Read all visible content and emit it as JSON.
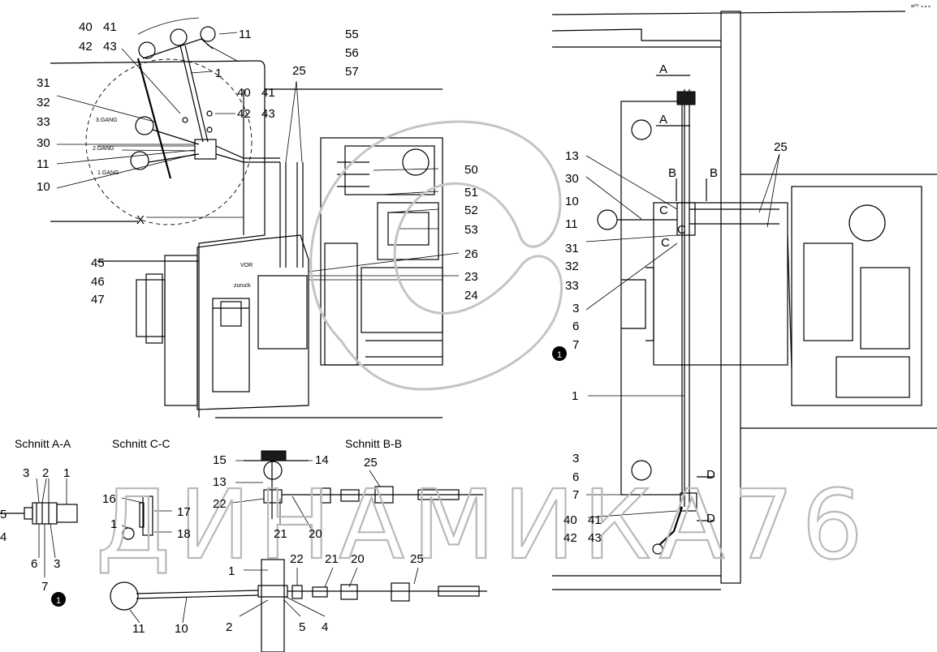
{
  "watermark": {
    "text": "ДИНАМИКА76"
  },
  "corner_note": "¤⁰⁰ ∘∘∘",
  "section_titles": {
    "a": "Schnitt A-A",
    "c": "Schnitt C-C",
    "b": "Schnitt B-B"
  },
  "lever_top": {
    "labels": [
      "40",
      "41",
      "42",
      "43",
      "11",
      "1",
      "31",
      "32",
      "33",
      "30",
      "11",
      "10",
      "X",
      "42",
      "43"
    ],
    "gears": [
      "3.GANG",
      "2.GANG",
      "1.GANG"
    ]
  },
  "gearbox": {
    "labels": [
      "55",
      "56",
      "57",
      "40",
      "41",
      "25",
      "50",
      "51",
      "52",
      "53",
      "26",
      "23",
      "24",
      "45",
      "46",
      "47"
    ],
    "plates": [
      "VOR",
      "zuruck"
    ]
  },
  "right_view": {
    "labels": [
      "A",
      "A",
      "B",
      "B",
      "C",
      "C",
      "C",
      "13",
      "30",
      "10",
      "11",
      "31",
      "32",
      "33",
      "3",
      "6",
      "7",
      "1",
      "25",
      "3",
      "6",
      "7",
      "40",
      "41",
      "42",
      "43",
      "D",
      "D"
    ],
    "marker": "1"
  },
  "section_aa": {
    "labels": [
      "3",
      "2",
      "1",
      "5",
      "4",
      "6",
      "3",
      "7"
    ],
    "marker": "1"
  },
  "section_cc": {
    "labels": [
      "15",
      "14",
      "13",
      "16",
      "1",
      "17",
      "18",
      "22",
      "21",
      "20",
      "25"
    ]
  },
  "section_bb": {
    "labels": [
      "1",
      "22",
      "21",
      "20",
      "25",
      "11",
      "10",
      "2",
      "5",
      "4"
    ]
  }
}
